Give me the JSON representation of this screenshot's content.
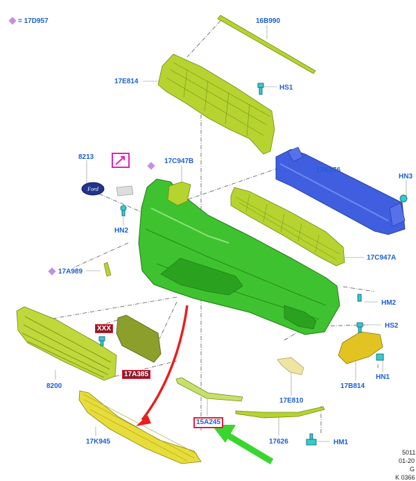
{
  "legend": {
    "text": "= 17D957",
    "marker": "purple-diamond"
  },
  "parts": {
    "p16B990": "16B990",
    "p17E814": "17E814",
    "pHS1": "HS1",
    "p8213": "8213",
    "p17C947B": "17C947B",
    "p17K876": "17K876",
    "pHN3": "HN3",
    "pHN2": "HN2",
    "p17C947A": "17C947A",
    "p17A989": "17A989",
    "pHM2": "HM2",
    "pHS2": "HS2",
    "pHN1": "HN1",
    "p17B814": "17B814",
    "p8200": "8200",
    "p17A385": "17A385",
    "pXXX": "XXX",
    "p17E810": "17E810",
    "p15A245": "15A245",
    "p17K945": "17K945",
    "p17626": "17626",
    "pHM1": "HM1"
  },
  "corner": {
    "line1": "5011",
    "line2": "01-20",
    "line3": "G",
    "line4": "K 0366"
  },
  "colors": {
    "label_blue": "#1c5fd0",
    "bumper_green": "#3fc22f",
    "lime": "#b6d330",
    "yellow": "#e6dd3a",
    "bar_blue": "#3f5fe0",
    "highlight_red": "#e0203a",
    "arrow_red": "#ea1e1e",
    "arrow_green": "#39d630",
    "legend_diamond": "#c38ee8",
    "fastener_cyan": "#39c8d0"
  }
}
